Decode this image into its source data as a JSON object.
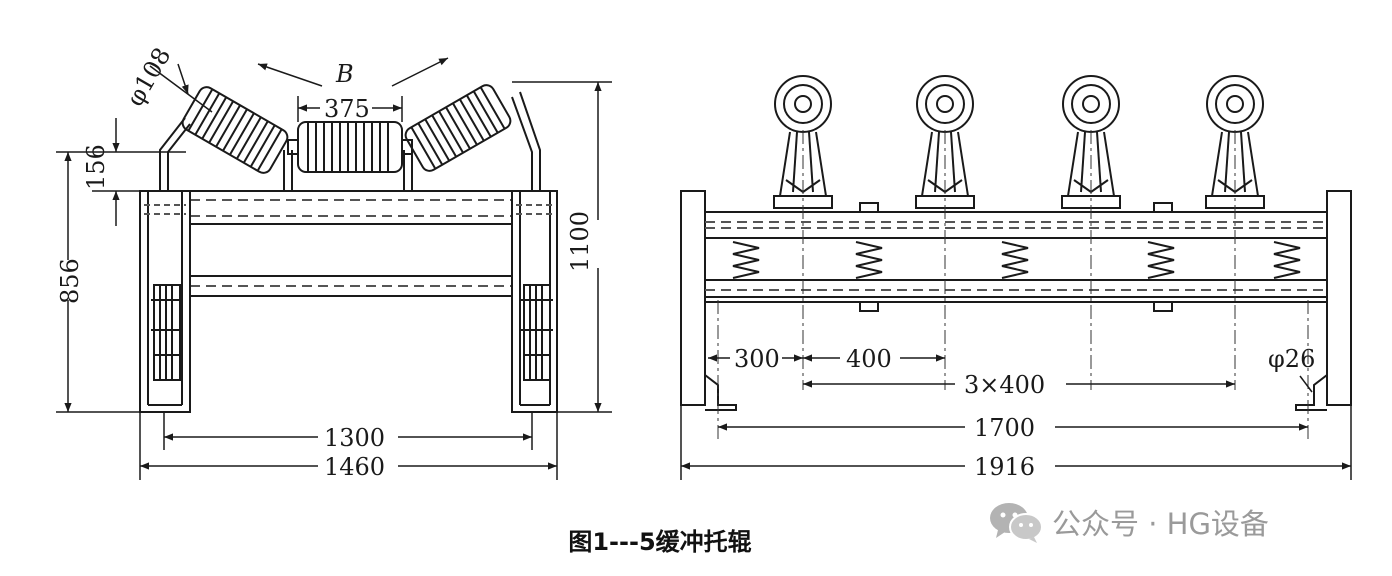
{
  "left_view": {
    "dims": {
      "roller_diameter": "φ108",
      "belt_width": "B",
      "center_roller": "375",
      "side_height": "156",
      "frame_height": "856",
      "total_height": "1100",
      "inner_width": "1300",
      "outer_width": "1460"
    }
  },
  "right_view": {
    "dims": {
      "first_spacing": "300",
      "second_spacing": "400",
      "repeat_spacing": "3×400",
      "hole_diameter": "φ26",
      "hole_spacing": "1700",
      "total_length": "1916"
    }
  },
  "caption": "图1---5缓冲托辊",
  "watermark": {
    "text": "公众号 · HG设备",
    "icon": "wechat-icon"
  },
  "colors": {
    "line": "#1a1a1a",
    "dash": "#555555",
    "watermark": "#9a9a9a"
  }
}
